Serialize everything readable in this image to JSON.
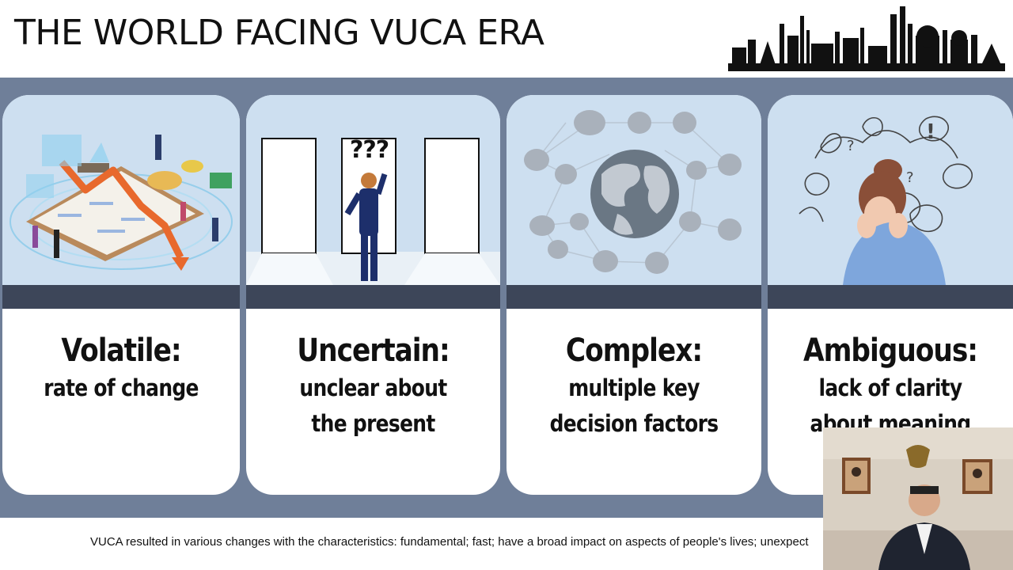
{
  "slide": {
    "title": "THE WORLD FACING VUCA ERA",
    "caption": "VUCA resulted in various changes with the characteristics: fundamental; fast; have a broad impact on aspects of people's lives; unexpect"
  },
  "cards": [
    {
      "heading": "Volatile:",
      "description": "rate of change"
    },
    {
      "heading": "Uncertain:",
      "description": "unclear about\n the present",
      "question_marks": "???"
    },
    {
      "heading": "Complex:",
      "description": "multiple key\ndecision factors"
    },
    {
      "heading": "Ambiguous:",
      "description": "lack of clarity\nabout meaning"
    }
  ],
  "colors": {
    "band": "#6f7f99",
    "card_picture_bg": "#cddff0",
    "card_stripe": "#3d4659"
  },
  "icons": [
    "city-skyline-icon",
    "falling-chart-icon",
    "doors-icon",
    "globe-network-icon",
    "confused-person-icon",
    "webcam-presenter"
  ]
}
